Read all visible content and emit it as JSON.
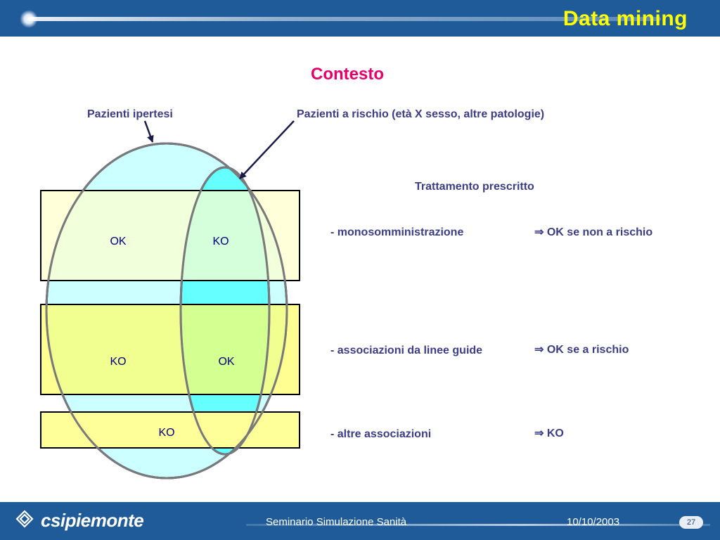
{
  "header": {
    "title": "Data mining"
  },
  "main": {
    "title": "Contesto",
    "label_hypertensive": "Pazienti ipertesi",
    "label_risk": "Pazienti a rischio (età X sesso, altre patologie)",
    "treatment_heading": "Trattamento prescritto",
    "treatments": [
      {
        "label": "- monosomministrazione",
        "result": "⇒ OK se non a rischio"
      },
      {
        "label": "- associazioni da linee guide",
        "result": "⇒ OK se a rischio"
      },
      {
        "label": "- altre associazioni",
        "result": "⇒ KO"
      }
    ],
    "boxes": [
      {
        "left": "OK",
        "right": "KO"
      },
      {
        "left": "KO",
        "right": "OK"
      },
      {
        "center": "KO"
      }
    ]
  },
  "footer": {
    "logo": "csipiemonte",
    "seminar": "Seminario Simulazione Sanità",
    "date": "10/10/2003",
    "page": "27"
  },
  "colors": {
    "header_bg": "#1f5b99",
    "title_yellow": "#ffff00",
    "contesto_pink": "#e8006a",
    "label_navy": "#3b3d86",
    "big_oval": "#ccffff",
    "small_oval": "#66ffff",
    "box1": "#ffffcc",
    "box2": "#ffff66",
    "box3": "#ffff99"
  }
}
